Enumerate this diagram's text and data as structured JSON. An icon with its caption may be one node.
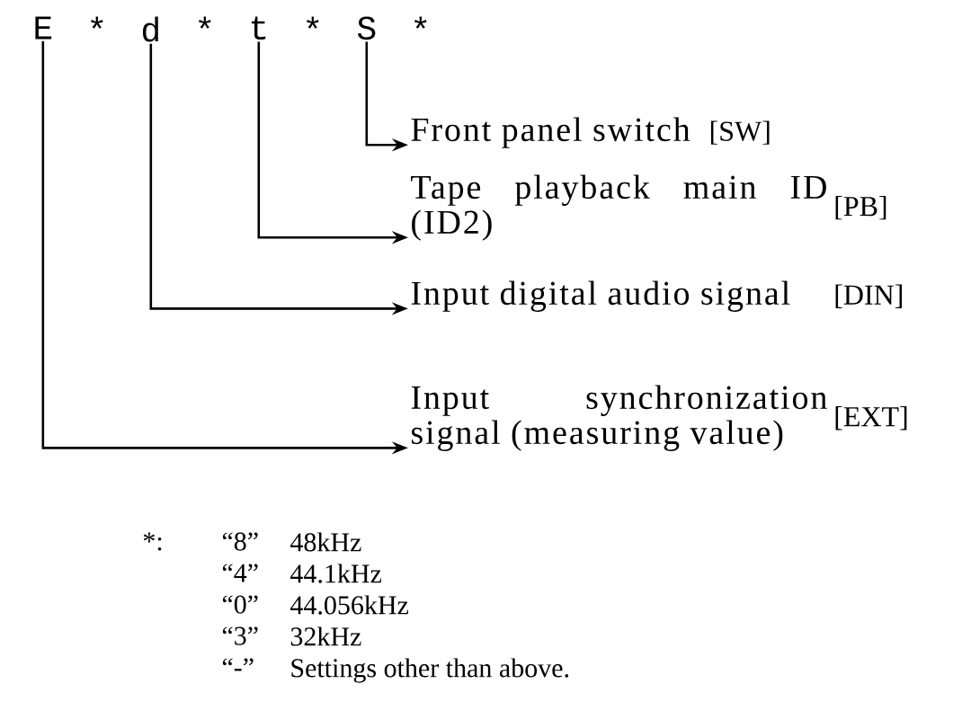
{
  "diagram": {
    "nodes": [
      {
        "text": [
          "E"
        ]
      },
      {
        "text": [
          "d"
        ]
      },
      {
        "text": [
          "t"
        ]
      },
      {
        "text": [
          "S"
        ]
      },
      {
        "text": [
          "Front panel switch"
        ],
        "beside": [
          "[SW]"
        ]
      },
      {
        "text": [
          "Tape playback main ID (ID2)"
        ],
        "beside": [
          "[PB]"
        ]
      },
      {
        "text": [
          "Input digital audio signal"
        ],
        "beside": [
          "[DIN]"
        ]
      },
      {
        "text": [
          "Input synchronization signal (measuring value)"
        ],
        "beside": [
          "[EXT]"
        ]
      }
    ],
    "edges": [
      {
        "from": 3,
        "to": 4,
        "arrow": "to"
      },
      {
        "from": 2,
        "to": 5,
        "arrow": "to"
      },
      {
        "from": 1,
        "to": 6,
        "arrow": "to"
      },
      {
        "from": 0,
        "to": 7,
        "arrow": "to"
      }
    ],
    "labels": [
      "*",
      "*",
      "*",
      "*",
      "*:",
      "“8”",
      "48kHz",
      "“4”",
      "44.1kHz",
      "“0”",
      "44.056kHz",
      "“3”",
      "32kHz",
      "“-”",
      "Settings other than above."
    ]
  }
}
